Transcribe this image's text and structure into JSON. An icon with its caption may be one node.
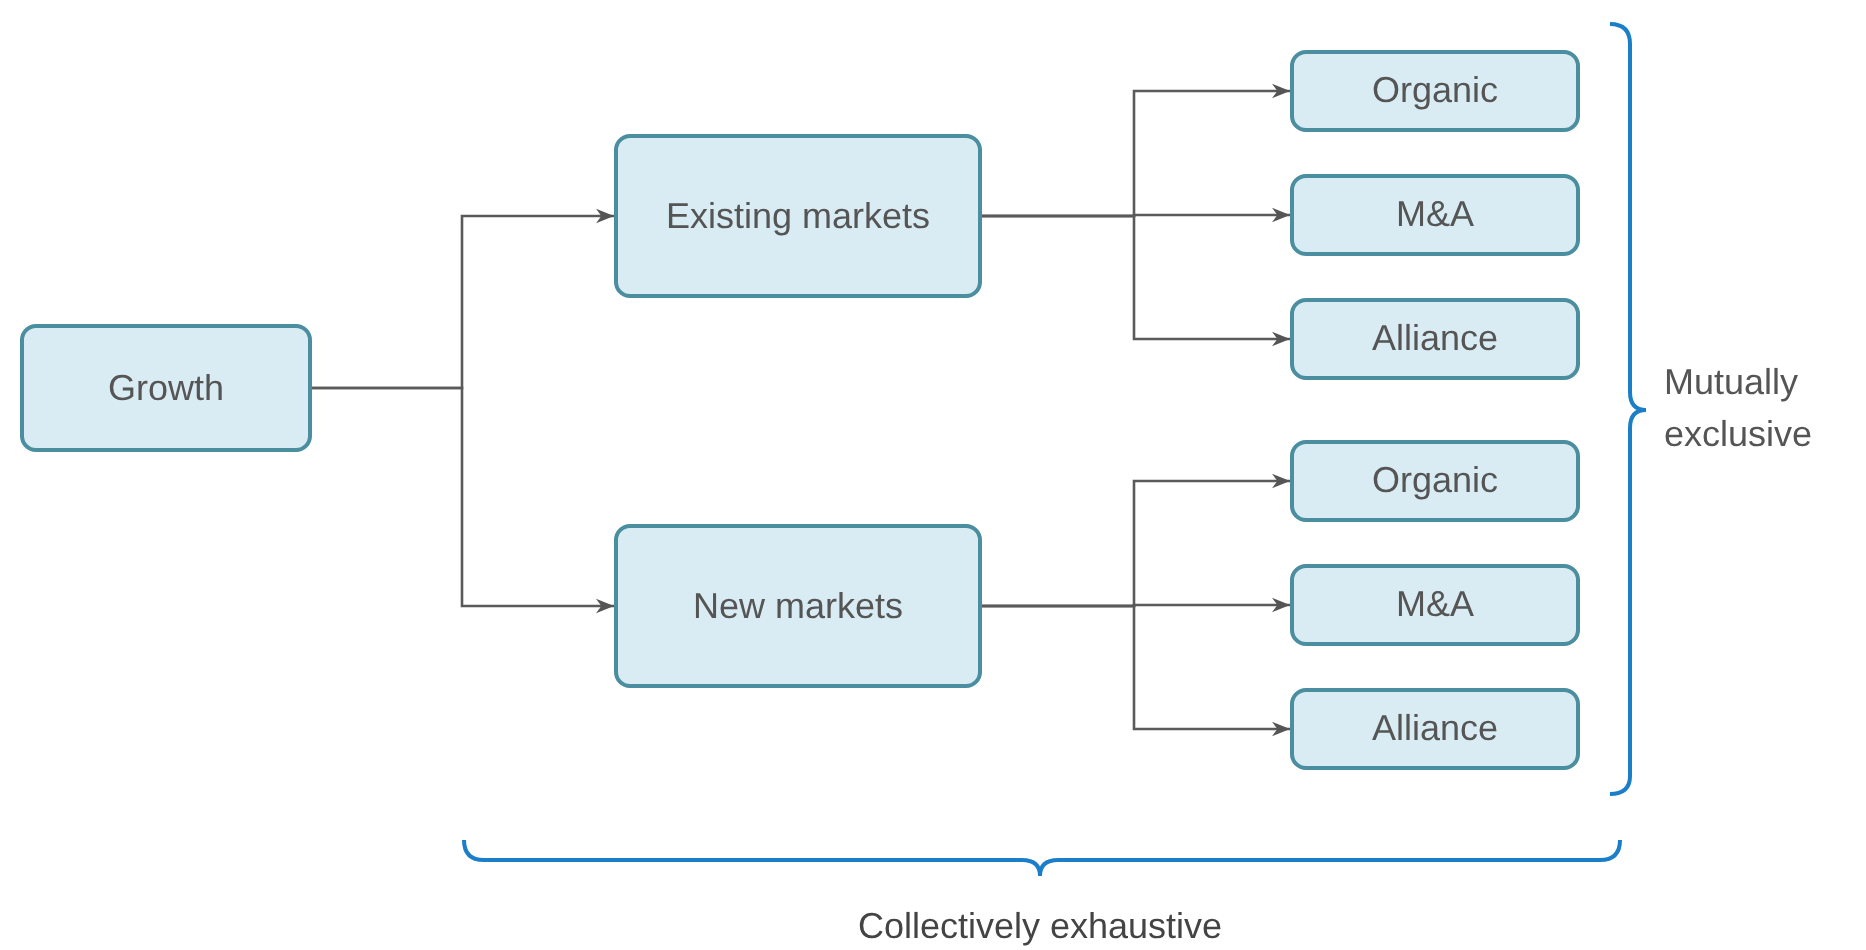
{
  "diagram": {
    "nodes": [
      {
        "text": [
          "Growth"
        ]
      },
      {
        "text": [
          "Existing markets"
        ]
      },
      {
        "text": [
          "New markets"
        ]
      },
      {
        "text": [
          "Organic"
        ]
      },
      {
        "text": [
          "M&A"
        ]
      },
      {
        "text": [
          "Alliance"
        ]
      },
      {
        "text": [
          "Organic"
        ]
      },
      {
        "text": [
          "M&A"
        ]
      },
      {
        "text": [
          "Alliance"
        ]
      }
    ],
    "edges": [
      {
        "from": 0,
        "to": 1,
        "arrow": "to"
      },
      {
        "from": 0,
        "to": 2,
        "arrow": "to"
      },
      {
        "from": 1,
        "to": 3,
        "arrow": "to"
      },
      {
        "from": 1,
        "to": 4,
        "arrow": "to"
      },
      {
        "from": 1,
        "to": 5,
        "arrow": "to"
      },
      {
        "from": 2,
        "to": 6,
        "arrow": "to"
      },
      {
        "from": 2,
        "to": 7,
        "arrow": "to"
      },
      {
        "from": 2,
        "to": 8,
        "arrow": "to"
      }
    ],
    "labels": [
      "Mutually exclusive",
      "Collectively exhaustive"
    ]
  }
}
